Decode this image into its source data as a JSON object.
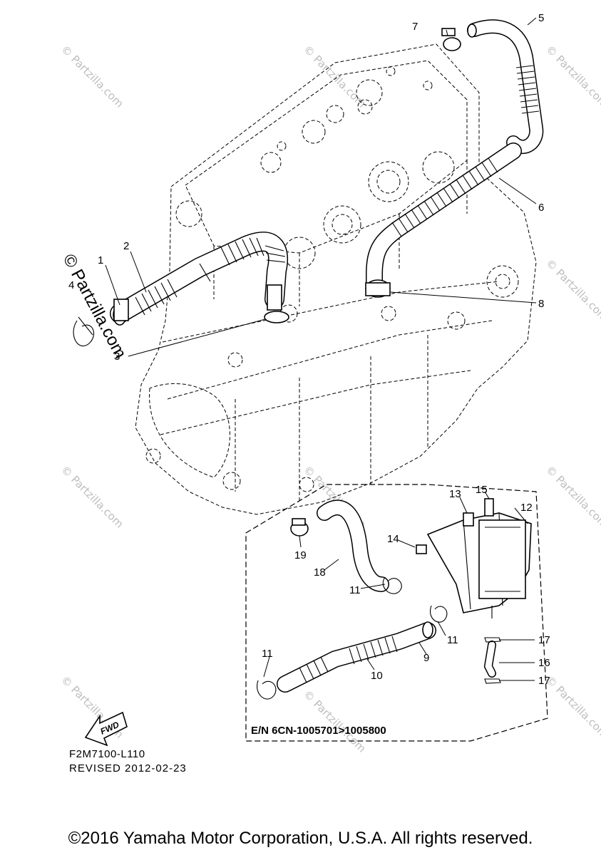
{
  "watermark": {
    "text": "© Partzilla.com",
    "side_text": "© Partzilla.com"
  },
  "callouts": {
    "c1": "1",
    "c2": "2",
    "c3": "3",
    "c4": "4",
    "c5": "5",
    "c6": "6",
    "c7": "7",
    "c8": "8",
    "c9": "9",
    "c10": "10",
    "c11a": "11",
    "c11b": "11",
    "c11c": "11",
    "c12": "12",
    "c13": "13",
    "c14": "14",
    "c15": "15",
    "c16": "16",
    "c17a": "17",
    "c17b": "17",
    "c18": "18",
    "c19": "19"
  },
  "inset_label": "E/N 6CN-1005701>1005800",
  "fwd_label": "FWD",
  "drawing_id": "F2M7100-L110",
  "revised": "REVISED 2012-02-23",
  "copyright": "©2016 Yamaha Motor Corporation, U.S.A. All rights reserved."
}
